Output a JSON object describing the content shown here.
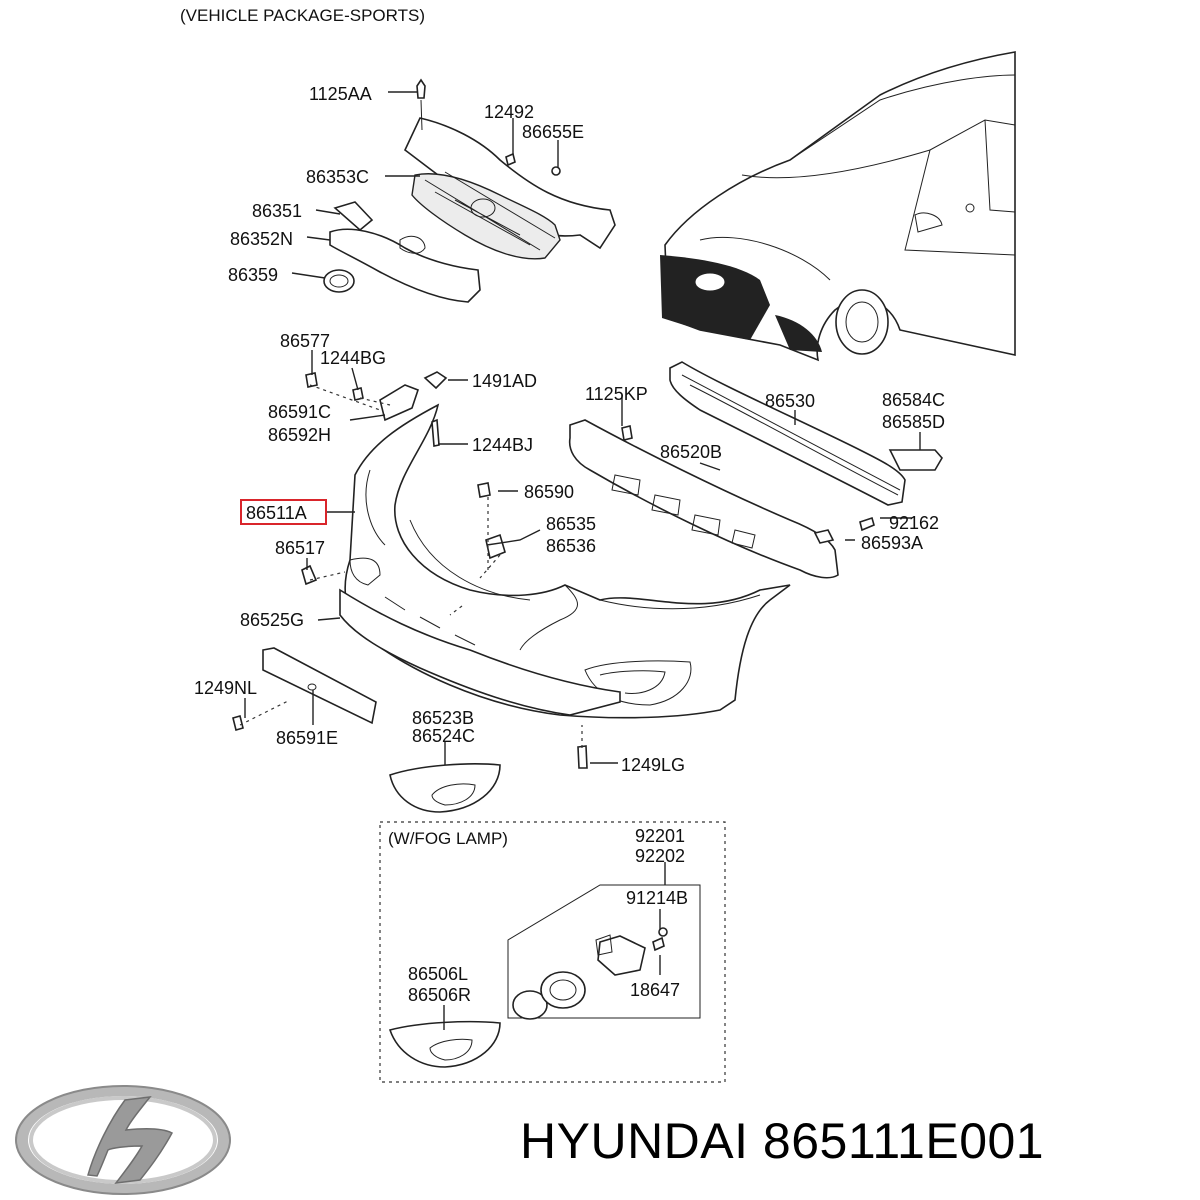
{
  "header": {
    "package_note": "(VEHICLE PACKAGE-SPORTS)"
  },
  "fog_group": {
    "title": "(W/FOG LAMP)"
  },
  "labels": {
    "p1125AA": "1125AA",
    "p12492": "12492",
    "p86655E": "86655E",
    "p86353C": "86353C",
    "p86351": "86351",
    "p86352N": "86352N",
    "p86359": "86359",
    "p86577": "86577",
    "p1244BG": "1244BG",
    "p1491AD": "1491AD",
    "p86591C": "86591C",
    "p86592H": "86592H",
    "p1244BJ": "1244BJ",
    "p86511A": "86511A",
    "p86590": "86590",
    "p86517": "86517",
    "p86535": "86535",
    "p86536": "86536",
    "p86525G": "86525G",
    "p1249NL": "1249NL",
    "p86591E": "86591E",
    "p86523B": "86523B",
    "p86524C": "86524C",
    "p1249LG": "1249LG",
    "p1125KP": "1125KP",
    "p86530": "86530",
    "p86584C": "86584C",
    "p86585D": "86585D",
    "p86520B": "86520B",
    "p92162": "92162",
    "p86593A": "86593A",
    "p92201": "92201",
    "p92202": "92202",
    "p91214B": "91214B",
    "p18647": "18647",
    "p86506L": "86506L",
    "p86506R": "86506R"
  },
  "highlight": {
    "part": "86511A",
    "color": "#d9252b"
  },
  "brand": {
    "logo": "hyundai-logo",
    "caption": "HYUNDAI 865111E001"
  }
}
